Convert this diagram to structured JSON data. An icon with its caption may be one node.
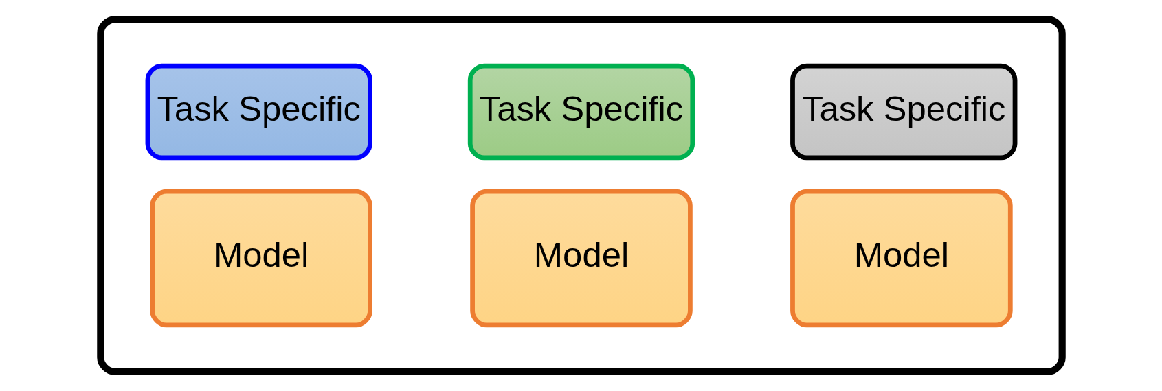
{
  "diagram": {
    "nodes": [
      {
        "text": [],
        "shape": "box"
      },
      {
        "text": [
          "Task Specific"
        ],
        "in": 0
      },
      {
        "text": [
          "Task Specific"
        ],
        "in": 0
      },
      {
        "text": [
          "Task Specific"
        ],
        "in": 0
      },
      {
        "text": [
          "Model"
        ],
        "in": 0
      },
      {
        "text": [
          "Model"
        ],
        "in": 0
      },
      {
        "text": [
          "Model"
        ],
        "in": 0
      }
    ],
    "edges": []
  }
}
